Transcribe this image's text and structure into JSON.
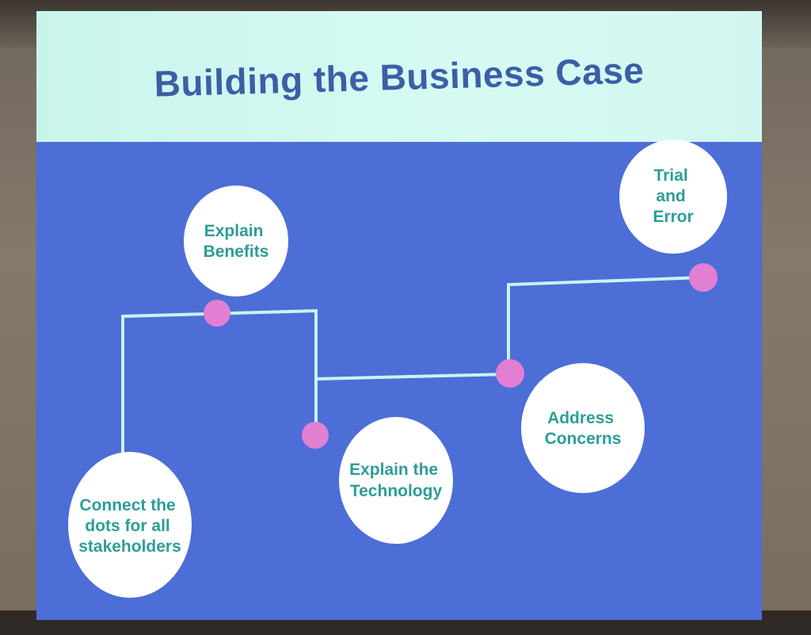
{
  "slide": {
    "title": "Building the Business Case"
  },
  "nodes": [
    {
      "id": "connect",
      "lines": [
        "Connect the",
        "dots for all",
        "stakeholders"
      ]
    },
    {
      "id": "benefits",
      "lines": [
        "Explain",
        "Benefits"
      ]
    },
    {
      "id": "technology",
      "lines": [
        "Explain the",
        "Technology"
      ]
    },
    {
      "id": "concerns",
      "lines": [
        "Address",
        "Concerns"
      ]
    },
    {
      "id": "trial",
      "lines": [
        "Trial",
        "and",
        "Error"
      ]
    }
  ],
  "colors": {
    "slide_background": "#4c6ed6",
    "title_band": "#d3f7ef",
    "title_text": "#3a5fa6",
    "node_fill": "#ffffff",
    "node_text": "#2f9c97",
    "connector_line": "#c9f2f5",
    "connector_dot": "#e27fd2"
  }
}
